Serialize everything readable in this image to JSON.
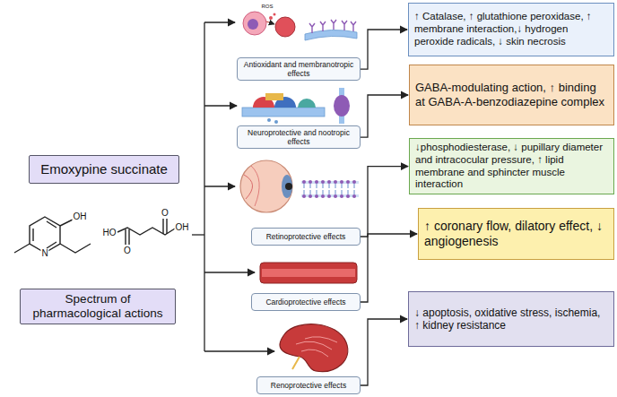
{
  "diagram": {
    "nodes": [
      {
        "text": [
          "Emoxypine succinate"
        ]
      },
      {
        "text": [
          "Spectrum of pharmacological actions"
        ]
      },
      {
        "text": [
          "Antioxidant and membranotropic effects"
        ]
      },
      {
        "text": [
          "↑ Catalase, ↑ glutathione peroxidase, ↑ membrane interaction,↓ hydrogen peroxide radicals, ↓ skin necrosis"
        ]
      },
      {
        "text": [
          "Neuroprotective and nootropic effects"
        ]
      },
      {
        "text": [
          "GABA-modulating action, ↑ binding at GABA-A-benzodiazepine complex"
        ]
      },
      {
        "text": [
          "Retinoprotective effects"
        ]
      },
      {
        "text": [
          "↓phosphodiesterase, ↓ pupillary diameter and intracocular pressure, ↑ lipid membrane and sphincter muscle interaction"
        ]
      },
      {
        "text": [
          "Cardioprotective effects"
        ]
      },
      {
        "text": [
          "↑ coronary flow, dilatory effect, ↓ angiogenesis"
        ]
      },
      {
        "text": [
          "Renoprotective effects"
        ]
      },
      {
        "text": [
          "↓ apoptosis, oxidative stress, ischemia, ↑ kidney resistance"
        ]
      }
    ],
    "edges": [
      {
        "from": 2,
        "to": 3,
        "arrow": "to"
      },
      {
        "from": 4,
        "to": 5,
        "arrow": "to"
      },
      {
        "from": 6,
        "to": 7,
        "arrow": "to"
      },
      {
        "from": 8,
        "to": 9,
        "arrow": "to"
      },
      {
        "from": 10,
        "to": 11,
        "arrow": "to"
      }
    ],
    "labels": [
      "OH",
      "N",
      "HO",
      "O",
      "O",
      "OH",
      "ROS"
    ]
  }
}
